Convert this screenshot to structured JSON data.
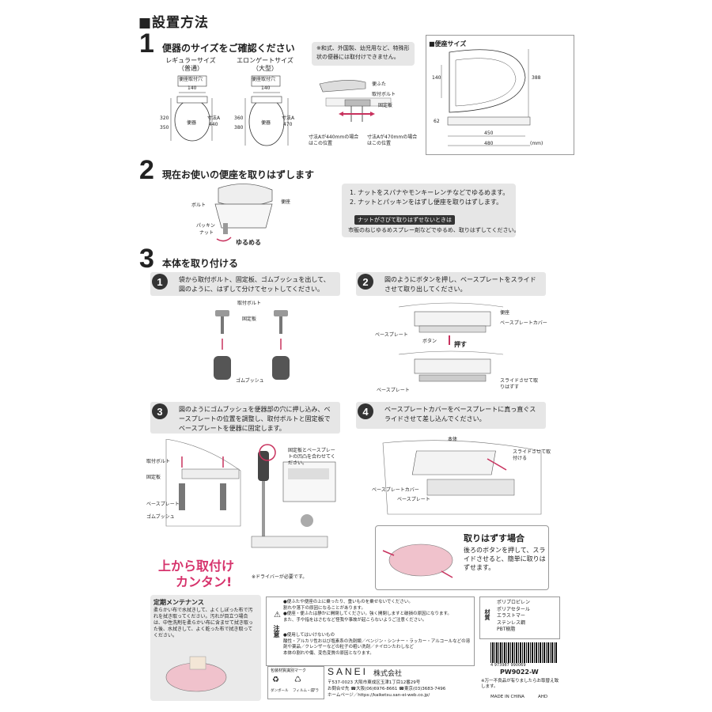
{
  "header": {
    "title": "■設置方法"
  },
  "step1": {
    "num": "1",
    "title": "便器のサイズをご確認ください",
    "regular": "レギュラーサイズ",
    "regular_sub": "（普通）",
    "elongated": "エロンゲートサイズ",
    "elongated_sub": "（大型）",
    "hole_label": "便座取付穴",
    "hole_width": "140",
    "bowl": "便器",
    "reg_dims": [
      "320",
      "350"
    ],
    "reg_dimA": "寸法A",
    "reg_dimA_val": "440",
    "elo_dims": [
      "360",
      "380"
    ],
    "elo_dimA": "寸法A",
    "elo_dimA_val": "470",
    "note": "※和式、外国製、幼児用など、特殊形状の便器には取付けできません。",
    "parts": [
      "便ふた",
      "取付ボルト",
      "固定板"
    ],
    "pos440": "寸法Aが440mmの場合はこの位置",
    "pos470": "寸法Aが470mmの場合はこの位置",
    "seat_size_title": "■便座サイズ",
    "seat_dims": [
      "140",
      "388",
      "62",
      "450",
      "480"
    ],
    "unit": "(mm)"
  },
  "step2": {
    "num": "2",
    "title": "現在お使いの便座を取りはずします",
    "labels": [
      "ボルト",
      "便座",
      "パッキン",
      "ナット",
      "ゆるめる"
    ],
    "instructions": [
      "1. ナットをスパナやモンキーレンチなどでゆるめます。",
      "2. ナットとパッキンをはずし便座を取りはずします。"
    ],
    "tip_title": "ナットがさびて取りはずせないときは",
    "tip_text": "市販のねじゆるめスプレー剤などでゆるめ、取りはずしてください。"
  },
  "step3": {
    "num": "3",
    "title": "本体を取り付ける",
    "sub1": {
      "n": "1",
      "text": "袋から取付ボルト、固定板、ゴムブッシュを出して、図のように、はずして分けてセットしてください。",
      "labels": [
        "取付ボルト",
        "固定板",
        "ゴムブッシュ"
      ]
    },
    "sub2": {
      "n": "2",
      "text": "図のようにボタンを押し、ベースプレートをスライドさせて取り出してください。",
      "labels": [
        "便座",
        "ベースプレートカバー",
        "ベースプレート",
        "ボタン",
        "押す",
        "スライドさせて取りはずす"
      ]
    },
    "sub3": {
      "n": "3",
      "text": "図のようにゴムブッシュを便器部の穴に押し込み、ベースプレートの位置を調整し、取付ボルトと固定板でベースプレートを便器に固定します。",
      "labels": [
        "取付ボルト",
        "固定板",
        "ベースプレート",
        "ゴムブッシュ"
      ],
      "callout": "固定板とベースプレートの凹凸を合わせてください。",
      "slogan1": "上から取付け",
      "slogan2": "カンタン!",
      "driver_note": "※ドライバーが必要です。"
    },
    "sub4": {
      "n": "4",
      "text": "ベースプレートカバーをベースプレートに真っ直ぐスライドさせて差し込んでください。",
      "labels": [
        "本体",
        "スライドさせて取付ける",
        "ベースプレートカバー",
        "ベースプレート"
      ],
      "removal_title": "取りはずす場合",
      "removal_text": "後ろのボタンを押して、スライドさせると、簡単に取りはずせます。"
    }
  },
  "maintenance": {
    "title": "定期メンテナンス",
    "text": "柔らかい布で水拭きして、よくしぼった布で汚れを拭き取ってください。汚れが目立つ場合は、中性洗剤を柔らかい布に含ませて拭き取った後、水拭きして、よく乾った布で拭き取ってください。"
  },
  "caution": {
    "label": "注意",
    "lines1": [
      "●便ふたや便座の上に乗ったり、重いものを乗せないでください。",
      "割れや落下の原因になることがあります。",
      "●便座・便ふたは静かに開閉してください。強く開閉しますと破損の原因になります。",
      "また、手や指をはさむなど怪我や事故が起こらないようご注意ください。"
    ],
    "lines2": [
      "●使用してはいけないもの",
      "酸性・アルカリ性お以び塩素系の洗剤類／ベンジン・シンナー・ラッカー・アルコールなどの溶剤や薬品／クレンザーなどの粒子の粗い洗剤／ナイロンたわしなど",
      "本体の割れや傷、変色変質の原因となります。"
    ]
  },
  "materials": {
    "label": "材質",
    "items": [
      "ポリプロピレン",
      "ポリアセタール",
      "エラストマー",
      "ステンレス鋼",
      "PBT樹脂"
    ]
  },
  "recycle": {
    "title": "包装材質識別マーク",
    "marks": [
      "ダンボール",
      "フィルム・袋",
      "プラ"
    ]
  },
  "company": {
    "brand": "SANEI",
    "suffix": "株式会社",
    "address": "〒537-0023 大阪市東成区玉津1丁目12番29号",
    "contact": "お問合せ先 ☎大阪(06)6976-8661 ☎東京(03)3683-7496",
    "web": "ホームページ／https://kaiketsu.san-ei-web.co.jp/"
  },
  "product": {
    "barcode": "4 973987 990069",
    "code": "PW9022-W",
    "note": "※万一不良品が有りましたらお取替え致します。",
    "made": "MADE IN CHINA",
    "lot": "AHD"
  }
}
